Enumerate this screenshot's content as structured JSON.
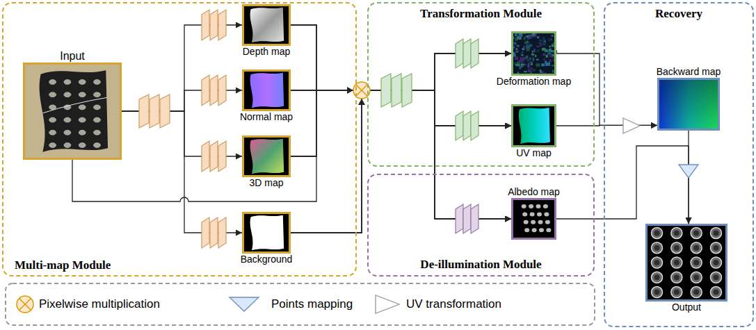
{
  "diagram": {
    "nodes": [
      {
        "text": [
          "Multi-map Module"
        ]
      },
      {
        "text": [
          "Input"
        ],
        "in": 0
      },
      {
        "text": [
          "Depth map"
        ],
        "in": 0
      },
      {
        "text": [
          "Normal map"
        ],
        "in": 0
      },
      {
        "text": [
          "3D map"
        ],
        "in": 0
      },
      {
        "text": [
          "Background"
        ],
        "in": 0
      },
      {
        "text": [
          "Transformation Module"
        ]
      },
      {
        "text": [
          "Deformation map"
        ],
        "in": 6
      },
      {
        "text": [
          "UV map"
        ],
        "in": 6
      },
      {
        "text": [
          "De-illumination Module"
        ]
      },
      {
        "text": [
          "Albedo map"
        ],
        "in": 9
      },
      {
        "text": [
          "Recovery"
        ]
      },
      {
        "text": [
          "Backward map"
        ],
        "in": 11
      },
      {
        "text": [
          "Output"
        ],
        "in": 11
      }
    ],
    "edges": [
      {
        "from": 1,
        "to": 2,
        "arrow": "to"
      },
      {
        "from": 1,
        "to": 3,
        "arrow": "to"
      },
      {
        "from": 1,
        "to": 4,
        "arrow": "to"
      },
      {
        "from": 1,
        "to": 5,
        "arrow": "to"
      },
      {
        "from": 2,
        "to": 7,
        "arrow": "to"
      },
      {
        "from": 2,
        "to": 8,
        "arrow": "to"
      },
      {
        "from": 2,
        "to": 10,
        "arrow": "to"
      },
      {
        "from": 3,
        "to": 7,
        "arrow": "to"
      },
      {
        "from": 3,
        "to": 8,
        "arrow": "to"
      },
      {
        "from": 3,
        "to": 10,
        "arrow": "to"
      },
      {
        "from": 4,
        "to": 7,
        "arrow": "to"
      },
      {
        "from": 4,
        "to": 8,
        "arrow": "to"
      },
      {
        "from": 4,
        "to": 10,
        "arrow": "to"
      },
      {
        "from": 5,
        "to": 7,
        "arrow": "to"
      },
      {
        "from": 5,
        "to": 8,
        "arrow": "to"
      },
      {
        "from": 5,
        "to": 10,
        "arrow": "to"
      },
      {
        "from": 7,
        "to": 12,
        "arrow": "to"
      },
      {
        "from": 8,
        "to": 12,
        "arrow": "to"
      },
      {
        "from": 12,
        "to": 13,
        "arrow": "to"
      },
      {
        "from": 10,
        "to": 13,
        "arrow": "to"
      }
    ],
    "legend": [
      {
        "text": "Pixelwise multiplication"
      },
      {
        "text": "Points mapping"
      },
      {
        "text": "UV transformation"
      }
    ]
  }
}
